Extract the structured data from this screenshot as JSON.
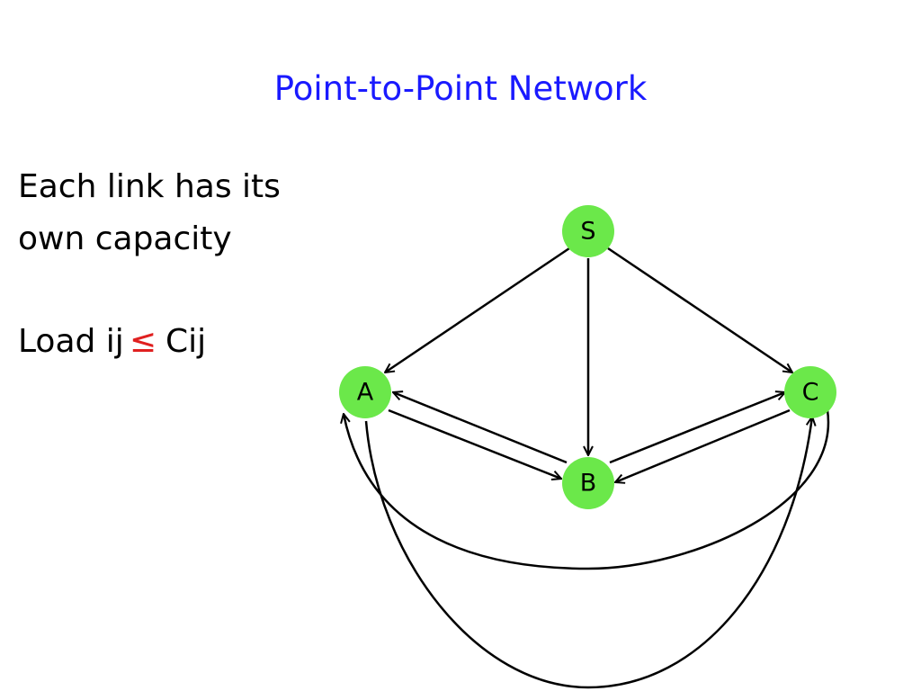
{
  "title": "Point-to-Point Network",
  "text": {
    "line1": "Each link has its",
    "line2": "own capacity",
    "load_prefix": "Load ij",
    "leq_symbol": "≤",
    "load_suffix": "Cij"
  },
  "colors": {
    "title": "#1a1aff",
    "leq": "#e02020",
    "node_fill": "#6be84a",
    "edge": "#000000"
  },
  "nodes": {
    "s": "S",
    "a": "A",
    "b": "B",
    "c": "C"
  },
  "edges": [
    {
      "from": "S",
      "to": "A"
    },
    {
      "from": "S",
      "to": "B"
    },
    {
      "from": "S",
      "to": "C"
    },
    {
      "from": "A",
      "to": "B"
    },
    {
      "from": "B",
      "to": "A"
    },
    {
      "from": "B",
      "to": "C"
    },
    {
      "from": "C",
      "to": "B"
    },
    {
      "from": "C",
      "to": "A"
    },
    {
      "from": "A",
      "to": "C"
    }
  ]
}
